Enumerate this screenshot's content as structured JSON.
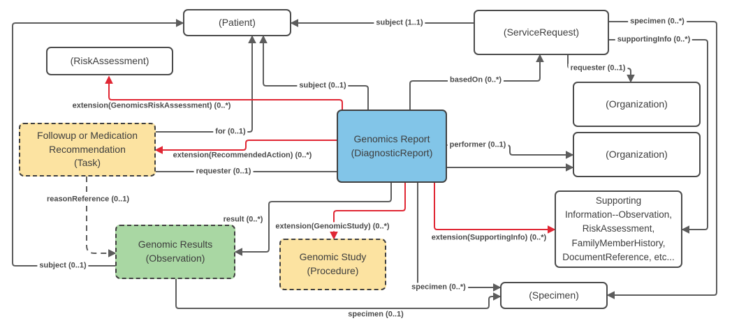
{
  "nodes": {
    "patient": {
      "lines": [
        "(Patient)"
      ]
    },
    "service_request": {
      "lines": [
        "(ServiceRequest)"
      ]
    },
    "risk_assessment": {
      "lines": [
        "(RiskAssessment)"
      ]
    },
    "task": {
      "lines": [
        "Followup or Medication",
        "Recommendation",
        "(Task)"
      ]
    },
    "genomics_report": {
      "lines": [
        "Genomics Report",
        "(DiagnosticReport)"
      ]
    },
    "organization_1": {
      "lines": [
        "(Organization)"
      ]
    },
    "organization_2": {
      "lines": [
        "(Organization)"
      ]
    },
    "supporting_info": {
      "lines": [
        "Supporting",
        "Information--Observation,",
        "RiskAssessment,",
        "FamilyMemberHistory,",
        "DocumentReference, etc..."
      ]
    },
    "genomic_results": {
      "lines": [
        "Genomic Results",
        "(Observation)"
      ]
    },
    "genomic_study": {
      "lines": [
        "Genomic Study",
        "(Procedure)"
      ]
    },
    "specimen": {
      "lines": [
        "(Specimen)"
      ]
    }
  },
  "edge_labels": {
    "subject_1_1": "subject (1..1)",
    "specimen_0_star_top": "specimen (0..*)",
    "supporting_info_0_star": "supportingInfo (0..*)",
    "requester_0_1_service": "requester (0..1)",
    "based_on_0_star": "basedOn (0..*)",
    "subject_0_1_report": "subject (0..1)",
    "ext_genomics_risk_assessment": "extension(GenomicsRiskAssessment) (0..*)",
    "for_0_1": "for (0..1)",
    "performer_0_1": "performer (0..1)",
    "ext_recommended_action": "extension(RecommendedAction) (0..*)",
    "requester_0_1_task": "requester (0..1)",
    "reason_reference_0_1": "reasonReference (0..1)",
    "result_0_star": "result (0..*)",
    "ext_genomic_study": "extension(GenomicStudy) (0..*)",
    "ext_supporting_info": "extension(SupportingInfo) (0..*)",
    "subject_0_1_results": "subject (0..1)",
    "specimen_0_star_report": "specimen (0..*)",
    "specimen_0_1": "specimen (0..1)"
  },
  "colors": {
    "report_fill": "#82c5e8",
    "task_fill": "#fce3a1",
    "study_fill": "#fce3a1",
    "results_fill": "#a9d7a3",
    "node_border": "#4b4b4b",
    "reference_line": "#5c5c5c",
    "extension_line": "#e02734",
    "label_text": "#4a4a4a"
  }
}
